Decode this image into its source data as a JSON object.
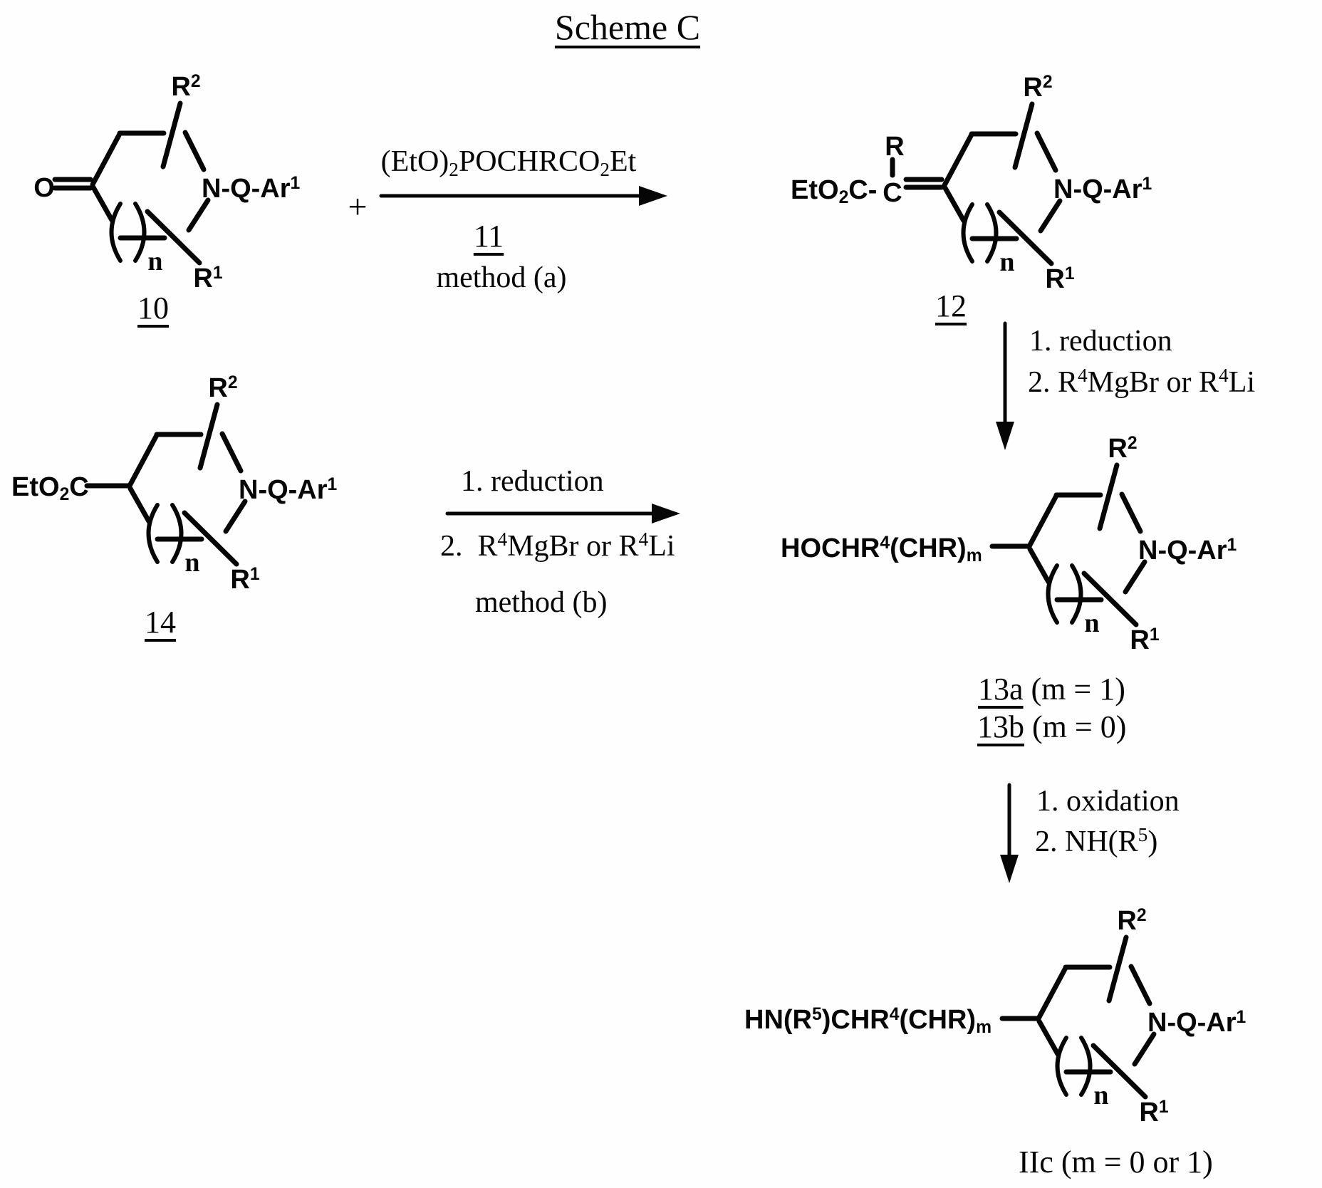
{
  "title": "Scheme C",
  "reactions": {
    "plus": "+",
    "step1": {
      "reagent": "(EtO)_{2}POCHRCO_{2}Et",
      "ref": "11",
      "method": "method (a)"
    },
    "step2": {
      "line1": "1. reduction",
      "line2": "2. R^{4}MgBr or R^{4}Li"
    },
    "step3": {
      "line1": "1. reduction",
      "line2": "2.  R^{4}MgBr or R^{4}Li",
      "method": "method (b)"
    },
    "step4": {
      "line1": "1. oxidation",
      "line2": "2. NH(R^{5})"
    }
  },
  "structures": {
    "s10": {
      "id": "10",
      "carbonyl_o": "O",
      "r2": "R^{2}",
      "amine": "N-Q-Ar^{1}",
      "r1": "R^{1}",
      "ring_n": "n"
    },
    "s12": {
      "id": "12",
      "ester": "EtO_{2}C-",
      "alpha_c": "C",
      "alpha_r": "R",
      "r2": "R^{2}",
      "amine": "N-Q-Ar^{1}",
      "r1": "R^{1}",
      "ring_n": "n"
    },
    "s14": {
      "id": "14",
      "ester": "EtO_{2}C",
      "r2": "R^{2}",
      "amine": "N-Q-Ar^{1}",
      "r1": "R^{1}",
      "ring_n": "n"
    },
    "s13": {
      "id_a": "13a",
      "id_a_cond": " (m = 1)",
      "id_b": "13b",
      "id_b_cond": " (m = 0)",
      "side_chain": "HOCHR^{4}(CHR)_{m}",
      "r2": "R^{2}",
      "amine": "N-Q-Ar^{1}",
      "r1": "R^{1}",
      "ring_n": "n"
    },
    "iic": {
      "id": "IIc (m = 0 or 1)",
      "side_chain": "HN(R^{5})CHR^{4}(CHR)_{m}",
      "r2": "R^{2}",
      "amine": "N-Q-Ar^{1}",
      "r1": "R^{1}",
      "ring_n": "n"
    }
  }
}
